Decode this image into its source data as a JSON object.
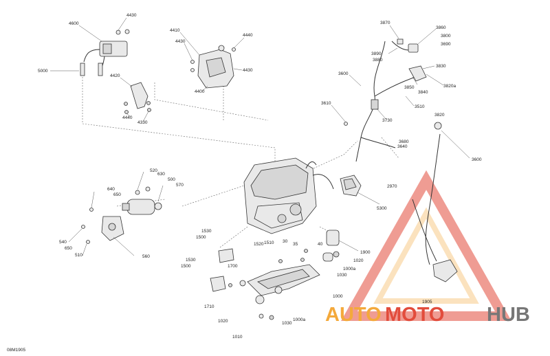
{
  "diagram_id": "08M1905",
  "watermark": {
    "part1": "AUTO",
    "part2": "MOTO",
    "part3": "HUB",
    "color_primary": "#f4a93b",
    "color_secondary": "#e24c3c",
    "color_dark": "#777777"
  },
  "labels": [
    {
      "id": "l4430a",
      "text": "4430"
    },
    {
      "id": "l4600",
      "text": "4600"
    },
    {
      "id": "l5000",
      "text": "5000"
    },
    {
      "id": "l4420",
      "text": "4420"
    },
    {
      "id": "l4440a",
      "text": "4440"
    },
    {
      "id": "l4330",
      "text": "4330"
    },
    {
      "id": "l4410",
      "text": "4410"
    },
    {
      "id": "l4430b",
      "text": "4430"
    },
    {
      "id": "l4440b",
      "text": "4440"
    },
    {
      "id": "l4430c",
      "text": "4430"
    },
    {
      "id": "l4400",
      "text": "4400"
    },
    {
      "id": "l3870",
      "text": "3870"
    },
    {
      "id": "l3860",
      "text": "3860"
    },
    {
      "id": "l3800",
      "text": "3800"
    },
    {
      "id": "l3690",
      "text": "3690"
    },
    {
      "id": "l3890",
      "text": "3890"
    },
    {
      "id": "l3880",
      "text": "3880"
    },
    {
      "id": "l3830",
      "text": "3830"
    },
    {
      "id": "l3600a",
      "text": "3600"
    },
    {
      "id": "l3850",
      "text": "3850"
    },
    {
      "id": "l3840",
      "text": "3840"
    },
    {
      "id": "l3820a",
      "text": "3820a"
    },
    {
      "id": "l3610",
      "text": "3610"
    },
    {
      "id": "l3510",
      "text": "3510"
    },
    {
      "id": "l3820",
      "text": "3820"
    },
    {
      "id": "l3730",
      "text": "3730"
    },
    {
      "id": "l3680",
      "text": "3680"
    },
    {
      "id": "l3640",
      "text": "3640"
    },
    {
      "id": "l3600b",
      "text": "3600"
    },
    {
      "id": "l520",
      "text": "520"
    },
    {
      "id": "l630",
      "text": "630"
    },
    {
      "id": "l500",
      "text": "500"
    },
    {
      "id": "l570",
      "text": "570"
    },
    {
      "id": "l640",
      "text": "640"
    },
    {
      "id": "l650a",
      "text": "650"
    },
    {
      "id": "l2970",
      "text": "2970"
    },
    {
      "id": "l5300",
      "text": "5300"
    },
    {
      "id": "l540",
      "text": "540"
    },
    {
      "id": "l650b",
      "text": "650"
    },
    {
      "id": "l510",
      "text": "510"
    },
    {
      "id": "l560",
      "text": "560"
    },
    {
      "id": "l1530a",
      "text": "1530"
    },
    {
      "id": "l1500a",
      "text": "1500"
    },
    {
      "id": "l1520",
      "text": "1520"
    },
    {
      "id": "l1510",
      "text": "1510"
    },
    {
      "id": "l30",
      "text": "30"
    },
    {
      "id": "l35",
      "text": "35"
    },
    {
      "id": "l40",
      "text": "40"
    },
    {
      "id": "l1900",
      "text": "1900"
    },
    {
      "id": "l1020a",
      "text": "1020"
    },
    {
      "id": "l1000a",
      "text": "1000a"
    },
    {
      "id": "l1030a",
      "text": "1030"
    },
    {
      "id": "l1530b",
      "text": "1530"
    },
    {
      "id": "l1500b",
      "text": "1500"
    },
    {
      "id": "l1700",
      "text": "1700"
    },
    {
      "id": "l1710",
      "text": "1710"
    },
    {
      "id": "l1000",
      "text": "1000"
    },
    {
      "id": "l1020b",
      "text": "1020"
    },
    {
      "id": "l1030b",
      "text": "1030"
    },
    {
      "id": "l1000b",
      "text": "1000a"
    },
    {
      "id": "l1010",
      "text": "1010"
    },
    {
      "id": "l1905",
      "text": "1905"
    }
  ]
}
